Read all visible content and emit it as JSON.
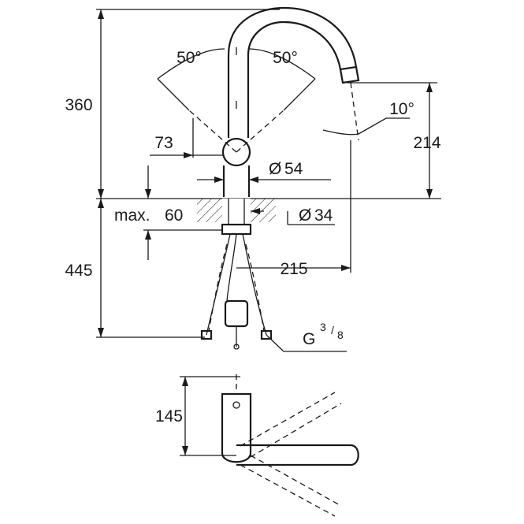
{
  "dimensions": {
    "total_height": "360",
    "below_counter": "445",
    "swivel_angle_left": "50°",
    "swivel_angle_right": "50°",
    "spout_tilt": "10°",
    "spout_height": "214",
    "body_offset": "73",
    "body_diameter_prefix": "Ø",
    "body_diameter": "54",
    "max_counter_prefix": "max.",
    "max_counter": "60",
    "hole_diameter_prefix": "Ø",
    "hole_diameter": "34",
    "spout_reach": "215",
    "thread_letter": "G",
    "thread_num": "3",
    "thread_den": "8",
    "depth": "145"
  },
  "colors": {
    "line": "#1a1a1a",
    "background": "#ffffff"
  }
}
